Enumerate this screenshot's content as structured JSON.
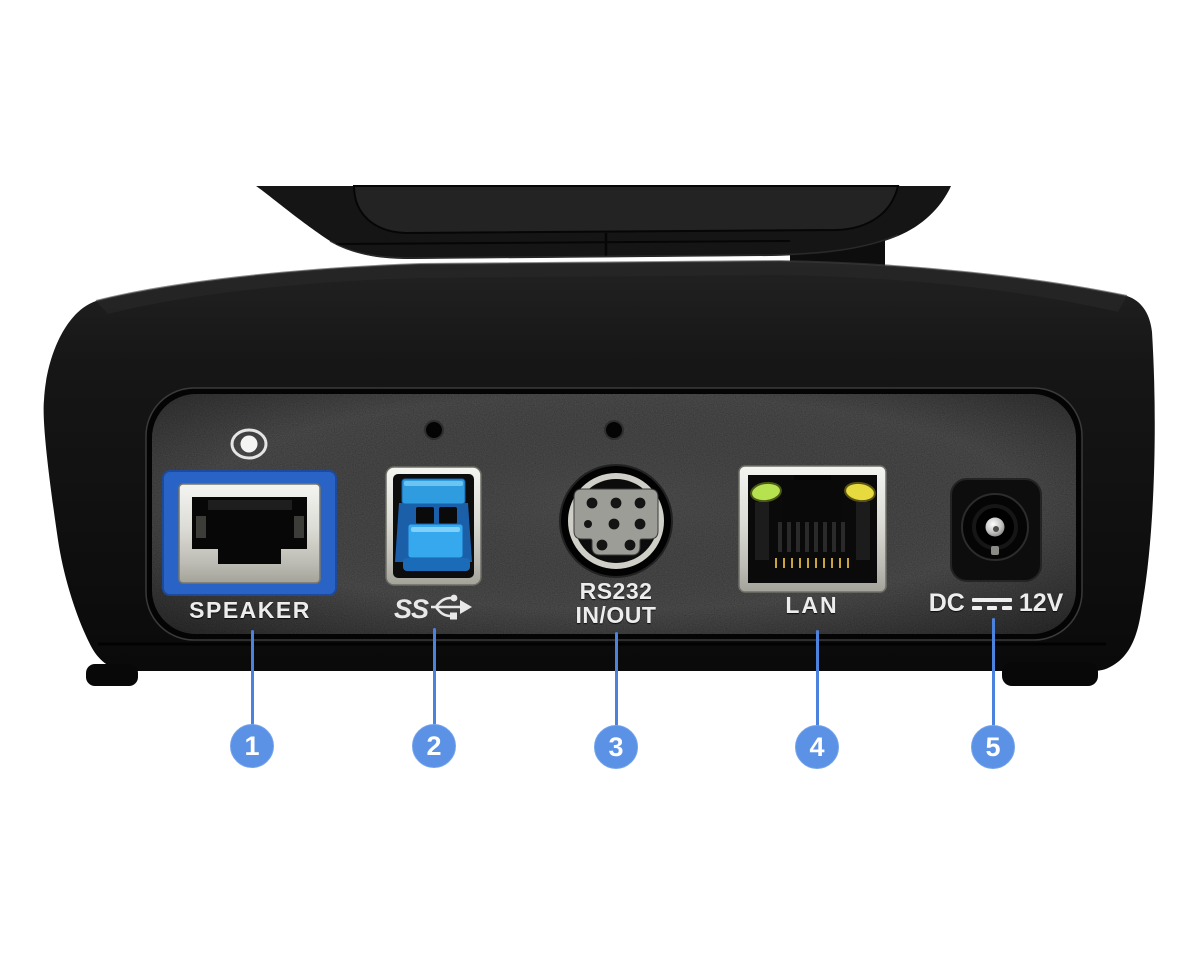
{
  "device": {
    "description": "camera rear connection panel",
    "ports": {
      "speaker": {
        "label": "SPEAKER",
        "type": "rj45-blue-bezel"
      },
      "usb": {
        "ss_label": "SS",
        "icon": "usb3-superspeed-icon",
        "type": "usb-type-b"
      },
      "rs232": {
        "label_line1": "RS232",
        "label_line2": "IN/OUT",
        "type": "mini-din-8"
      },
      "lan": {
        "label": "LAN",
        "type": "rj45-with-leds"
      },
      "dc": {
        "prefix": "DC",
        "suffix": "12V",
        "symbol": "dc-voltage-symbol",
        "type": "barrel-jack"
      }
    },
    "callouts": [
      {
        "number": "1",
        "target": "speaker"
      },
      {
        "number": "2",
        "target": "usb"
      },
      {
        "number": "3",
        "target": "rs232"
      },
      {
        "number": "4",
        "target": "lan"
      },
      {
        "number": "5",
        "target": "dc"
      }
    ],
    "colors": {
      "background": "#ffffff",
      "body_black": "#141414",
      "callout_blue": "#5b92e5",
      "leader_line_blue": "#4a82dd",
      "speaker_bezel_blue": "#2a63c6",
      "usb_insert_blue": "#2f9ce0",
      "lan_led_green": "#b7e24f",
      "lan_led_yellow": "#e6da3e",
      "label_white": "#ededed"
    }
  }
}
